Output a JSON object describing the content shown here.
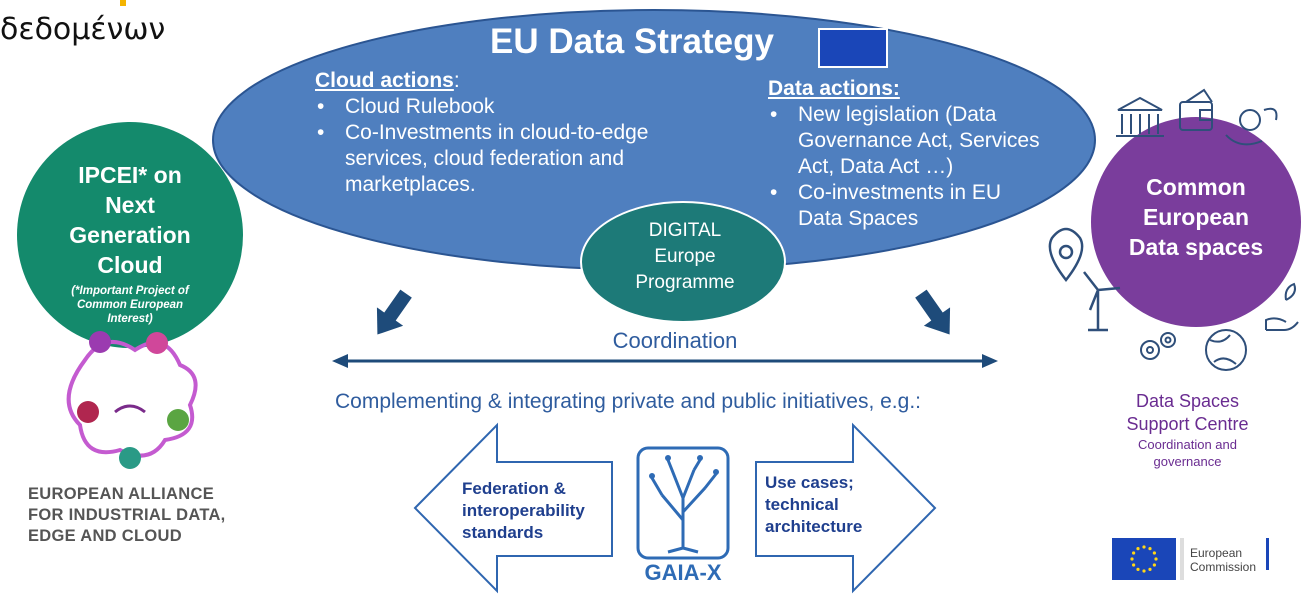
{
  "header": {
    "partial_text": "δεδομένων"
  },
  "strategy": {
    "title": "EU Data Strategy",
    "cloud_heading": "Cloud actions",
    "cloud_heading_suffix": ":",
    "cloud_items": [
      "Cloud Rulebook",
      "Co-Investments in cloud-to-edge services, cloud federation and marketplaces."
    ],
    "data_heading": "Data actions:",
    "data_items": [
      "New legislation (Data Governance Act, Services Act, Data Act …)",
      "Co-investments in EU Data Spaces"
    ],
    "digital_lines": [
      "DIGITAL",
      "Europe",
      "Programme"
    ]
  },
  "ipcei": {
    "title_lines": [
      "IPCEI* on",
      "Next",
      "Generation",
      "Cloud"
    ],
    "note_lines": [
      "(*Important Project of",
      "Common European",
      "Interest)"
    ]
  },
  "common_spaces": {
    "title_lines": [
      "Common",
      "European",
      "Data spaces"
    ]
  },
  "coordination_label": "Coordination",
  "complementing_text": "Complementing & integrating private and public initiatives, e.g.:",
  "left_arrow_lines": [
    "Federation &",
    "interoperability",
    "standards"
  ],
  "right_arrow_lines": [
    "Use cases;",
    "technical",
    "architecture"
  ],
  "gaia_label": "GAIA-X",
  "alliance_lines": [
    "EUROPEAN ALLIANCE",
    "FOR INDUSTRIAL DATA,",
    "EDGE AND CLOUD"
  ],
  "dssc": {
    "title_lines": [
      "Data Spaces",
      "Support Centre"
    ],
    "sub_lines": [
      "Coordination and",
      "governance"
    ]
  },
  "ec_logo_lines": [
    "European",
    "Commission"
  ],
  "colors": {
    "ellipse_fill": "#4f7fbf",
    "ellipse_stroke": "#2b5592",
    "digital_fill": "#1d7a78",
    "ipcei_fill": "#148a6c",
    "common_fill": "#7a3d9c",
    "arrow_navy": "#1e4b7a",
    "text_blue": "#2f5c9e",
    "eu_blue": "#1a46b8",
    "eu_star": "#ffd617"
  }
}
